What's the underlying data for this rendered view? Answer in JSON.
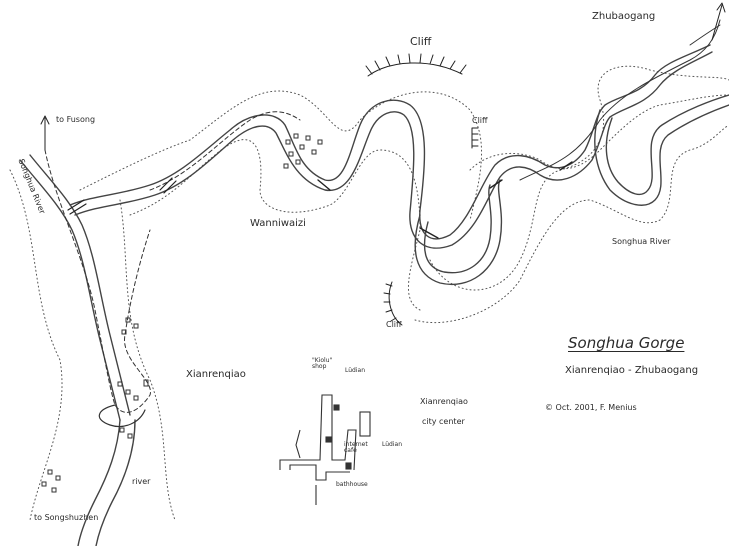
{
  "map": {
    "title": "Songhua Gorge",
    "subtitle": "Xianrenqiao - Zhubaogang",
    "credit": "© Oct. 2001, F. Menius"
  },
  "places": {
    "zhubaogang": "Zhubaogang",
    "to_fusong": "to Fusong",
    "wanniwaizi": "Wanniwaizi",
    "xianrenqiao": "Xianrenqiao",
    "to_songshuzhen": "to Songshuzhen"
  },
  "rivers": {
    "songhua_river_right": "Songhua River",
    "songhua_river_left": "Songhua River",
    "river_small": "river"
  },
  "cliffs": {
    "cliff_top": "Cliff",
    "cliff_right": "Cliff",
    "cliff_bottom": "Cliff"
  },
  "inset": {
    "title_line1": "Xianrenqiao",
    "title_line2": "city center",
    "shop": "\"Kiolu\" shop",
    "ludian_top": "Lüdian",
    "ludian_right": "Lüdian",
    "cafe": "internet cafe",
    "bathhouse": "bathhouse"
  },
  "colors": {
    "ink": "#2a2a2a",
    "river": "#444444",
    "dotted": "#555555",
    "background": "#ffffff"
  }
}
